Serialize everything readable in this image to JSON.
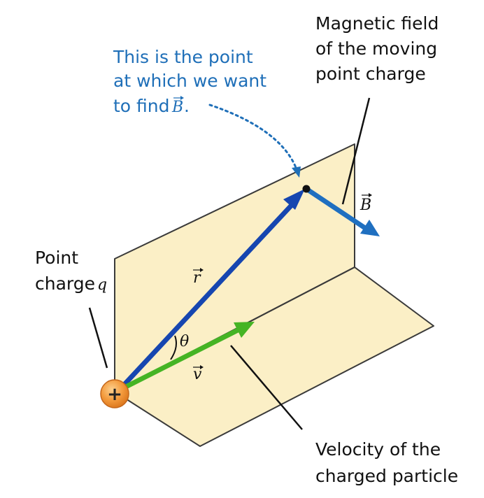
{
  "labels": {
    "target_point": [
      "This is the point",
      "at which we want",
      "to find "
    ],
    "target_point_tail": ".",
    "magnetic_field": [
      "Magnetic field",
      "of the moving",
      "point charge"
    ],
    "point_charge": [
      "Point",
      "charge "
    ],
    "velocity": [
      "Velocity of the",
      "charged particle"
    ]
  },
  "symbols": {
    "charge": "q",
    "field": "B",
    "position": "r",
    "velocity": "v",
    "angle": "θ",
    "plus": "+"
  },
  "colors": {
    "plane_fill": "#fbefc6",
    "plane_stroke": "#3a3a3a",
    "r_vector": "#1646b0",
    "v_vector": "#45b424",
    "b_vector": "#1f6fc0",
    "callout_blue": "#1f6fb8",
    "charge_fill": "#f39a3c"
  }
}
